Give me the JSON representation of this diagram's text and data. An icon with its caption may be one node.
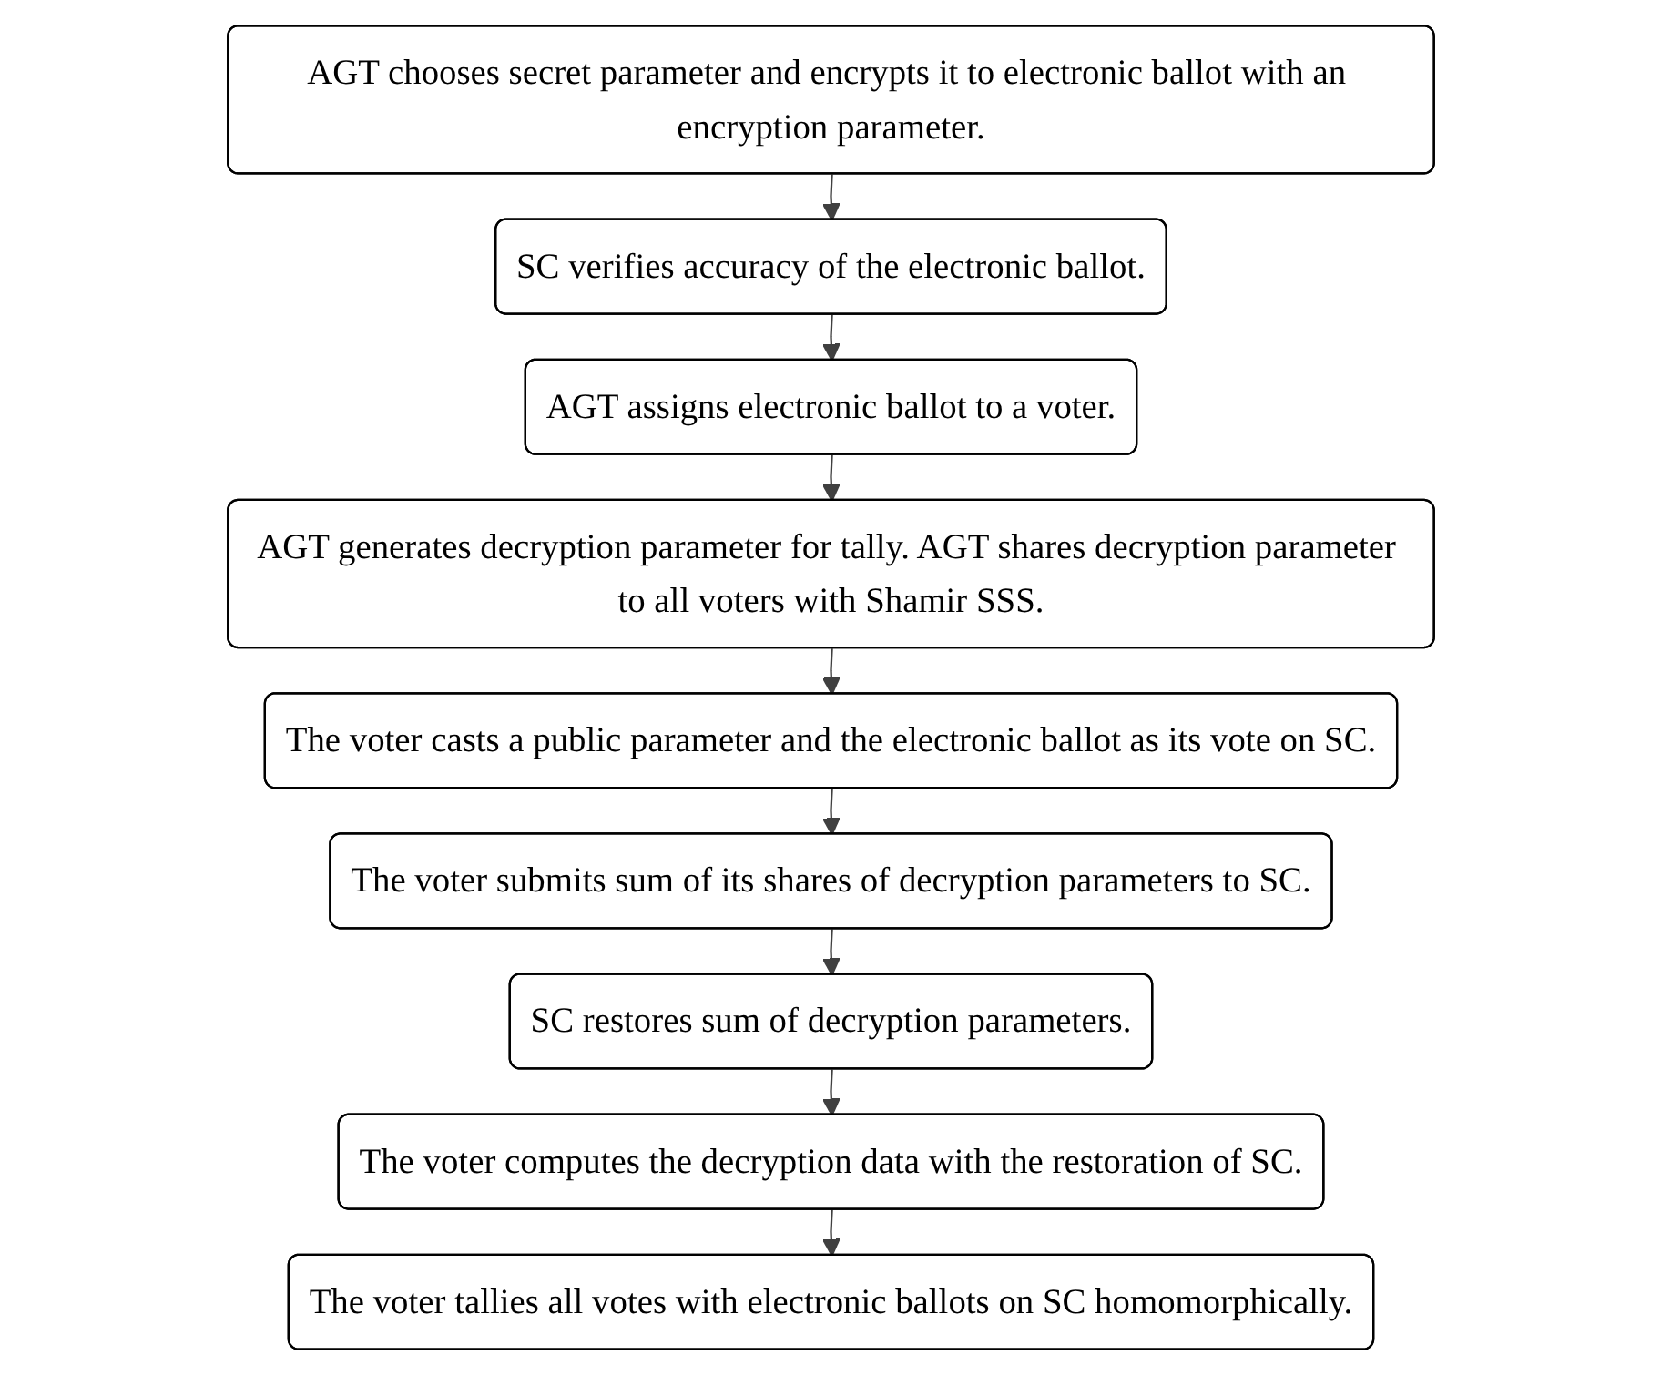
{
  "diagram": {
    "nodes": [
      {
        "text": [
          "AGT chooses secret parameter and encrypts it to electronic ballot with an encryption parameter."
        ]
      },
      {
        "text": [
          "SC verifies accuracy of the electronic ballot."
        ]
      },
      {
        "text": [
          "AGT assigns electronic ballot to a voter."
        ]
      },
      {
        "text": [
          "The voter submits sum of its shares of decryption parameters to SC."
        ]
      },
      {
        "text": [
          "The voter casts a public parameter and the electronic ballot as its vote on SC."
        ]
      },
      {
        "text": [
          "AGT generates decryption parameter for tally. AGT shares decryption parameter to all voters with Shamir SSS."
        ]
      },
      {
        "text": [
          "SC restores sum of decryption parameters."
        ]
      },
      {
        "text": [
          "The voter computes the decryption data with the restoration of SC."
        ]
      },
      {
        "text": [
          "The voter tallies all votes with electronic ballots on SC homomorphically."
        ]
      }
    ],
    "edges": [
      {
        "from": 0,
        "to": 1,
        "arrow": "to"
      },
      {
        "from": 1,
        "to": 2,
        "arrow": "to"
      },
      {
        "from": 2,
        "to": 5,
        "arrow": "to"
      },
      {
        "from": 5,
        "to": 4,
        "arrow": "to"
      },
      {
        "from": 4,
        "to": 3,
        "arrow": "to"
      },
      {
        "from": 3,
        "to": 6,
        "arrow": "to"
      },
      {
        "from": 6,
        "to": 7,
        "arrow": "to"
      },
      {
        "from": 7,
        "to": 8,
        "arrow": "to"
      }
    ]
  }
}
